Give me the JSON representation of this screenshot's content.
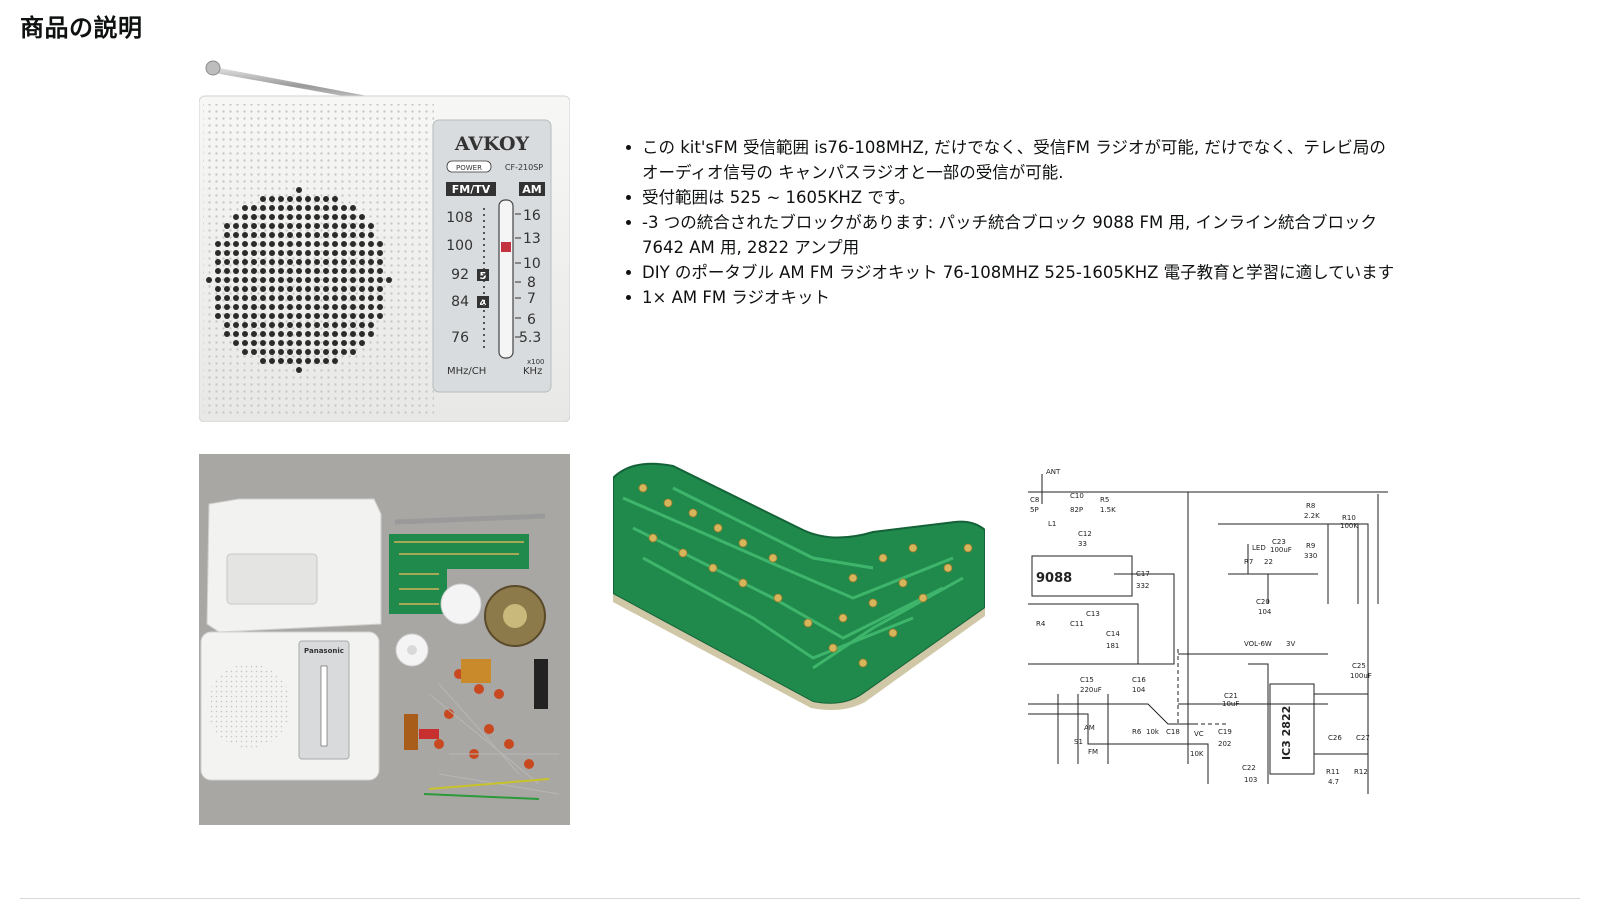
{
  "section_title": "商品の説明",
  "bullets": [
    "この kit'sFM 受信範囲 is76-108MHZ, だけでなく、受信FM ラジオが可能, だけでなく、テレビ局のオーディオ信号の キャンパスラジオと一部の受信が可能.",
    "受付範囲は 525 ~ 1605KHZ です。",
    "-3 つの統合されたブロックがあります: パッチ統合ブロック 9088 FM 用, インライン統合ブロック 7642 AM 用, 2822 アンプ用",
    "DIY のポータブル AM FM ラジオキット 76-108MHZ 525-1605KHZ 電子教育と学習に適しています",
    "1× AM FM ラジオキット"
  ],
  "radio_photo": {
    "brand": "AVKOY",
    "power": "POWER",
    "model": "CF-210SP",
    "band_fm": "FM/TV",
    "band_am": "AM",
    "fm_scale": [
      "108",
      "100",
      "92",
      "84",
      "76"
    ],
    "am_scale": [
      "16",
      "13",
      "10",
      "8",
      "7",
      "6",
      "5.3"
    ],
    "ch_marks": [
      "5",
      "4"
    ],
    "unit_fm": "MHz/CH",
    "unit_am": "KHz",
    "unit_mult": "x100"
  },
  "kit_photo": {
    "brand": "Panasonic"
  },
  "schematic": {
    "labels": [
      "ANT",
      "C8",
      "C10",
      "R5",
      "1.5K",
      "5P",
      "82P",
      "L1",
      "C12",
      "33",
      "9088",
      "C17",
      "332",
      "C13",
      "C14",
      "C11",
      "R4",
      "C15",
      "C16",
      "220uF",
      "104",
      "C18",
      "181",
      "R8",
      "2.2K",
      "LED",
      "C23",
      "100uF",
      "R9",
      "330",
      "R7",
      "22",
      "R10",
      "100K",
      "C20",
      "104",
      "VOL-6W",
      "3V",
      "C25",
      "100uF",
      "C21",
      "10uF",
      "IC3 2822",
      "AM",
      "FM",
      "S1",
      "R6",
      "10k",
      "C18",
      "VC",
      "10K",
      "C19",
      "202",
      "C22",
      "103",
      "C26",
      "C27",
      "R11",
      "R12",
      "4.7"
    ]
  },
  "colors": {
    "text": "#0f1111",
    "divider": "#d5d9d9",
    "pcb_green": "#1f8a4c",
    "radio_white": "#f1f1ef"
  }
}
